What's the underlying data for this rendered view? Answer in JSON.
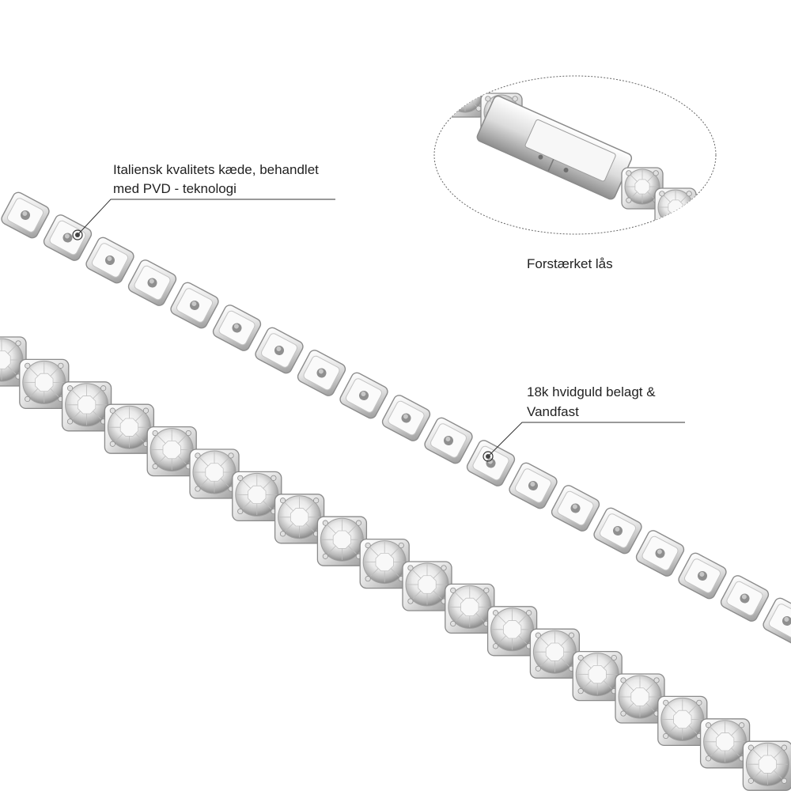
{
  "callouts": {
    "chain_quality": {
      "line1": "Italiensk kvalitets kæde, behandlet",
      "line2": "med PVD - teknologi"
    },
    "lock": {
      "text": "Forstærket lås"
    },
    "coating": {
      "line1": "18k hvidguld belagt &",
      "line2": "Vandfast"
    }
  },
  "colors": {
    "background": "#ffffff",
    "text": "#222222",
    "leader_line": "#333333",
    "metal_light": "#f4f4f4",
    "metal_mid": "#c9c9c9",
    "metal_dark": "#7a7a7a"
  },
  "icons": [
    "marker-ring-icon"
  ]
}
